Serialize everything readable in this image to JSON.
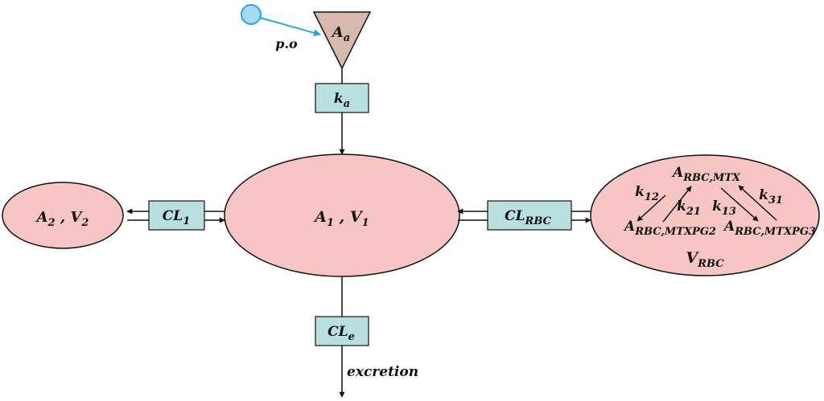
{
  "colors": {
    "compartment_fill": "#f7c6c4",
    "rate_box_fill": "#b9e0e0",
    "dose_fill": "#d8b9ae",
    "dose_circle_fill": "#a6d8ef",
    "dose_line": "#29a6e0",
    "stroke": "#111111"
  },
  "dose": {
    "route": "p.o",
    "depot": {
      "main": "A",
      "sub": "a"
    }
  },
  "absorption": {
    "main": "k",
    "sub": "a"
  },
  "central": {
    "amount": {
      "main": "A",
      "sub": "1"
    },
    "separator": " , ",
    "volume": {
      "main": "V",
      "sub": "1"
    }
  },
  "peripheral": {
    "amount": {
      "main": "A",
      "sub": "2"
    },
    "separator": " , ",
    "volume": {
      "main": "V",
      "sub": "2"
    }
  },
  "intercompartmental_clearance": {
    "main": "CL",
    "sub": "1"
  },
  "rbc_clearance": {
    "main": "CL",
    "sub": "RBC"
  },
  "elimination": {
    "main": "CL",
    "sub": "e"
  },
  "excretion_label": "excretion",
  "rbc": {
    "mtx": {
      "main": "A",
      "sub": "RBC,MTX"
    },
    "mtxpg2": {
      "main": "A",
      "sub": "RBC,MTXPG2"
    },
    "mtxpg3": {
      "main": "A",
      "sub": "RBC,MTXPG3"
    },
    "k12": {
      "main": "k",
      "sub": "12"
    },
    "k21": {
      "main": "k",
      "sub": "21"
    },
    "k13": {
      "main": "k",
      "sub": "13"
    },
    "k31": {
      "main": "k",
      "sub": "31"
    },
    "volume": {
      "main": "V",
      "sub": "RBC"
    }
  }
}
